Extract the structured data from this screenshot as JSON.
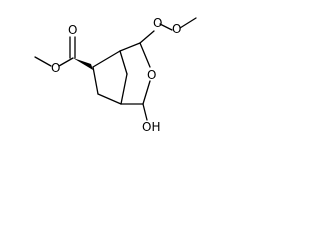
{
  "molecule": {
    "atom_labels": {
      "ester_carbonyl_o": "O",
      "ester_methoxy_o": "O",
      "peroxy_o1": "O",
      "peroxy_o2": "O",
      "ring_o": "O",
      "hydroxyl": "OH"
    },
    "colors": {
      "bond": "#000000",
      "label": "#000000",
      "background": "#ffffff"
    }
  }
}
